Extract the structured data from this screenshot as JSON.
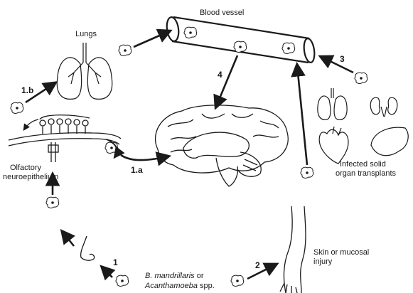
{
  "labels": {
    "blood_vessel": "Blood vessel",
    "lungs": "Lungs",
    "olfactory_1": "Olfactory",
    "olfactory_2": "neuroepithelium",
    "infected_1": "Infected solid",
    "infected_2": "organ transplants",
    "skin_1": "Skin or mucosal",
    "skin_2": "injury",
    "species_1": "B. mandrillaris",
    "species_1b": " or",
    "species_2": "Acanthamoeba",
    "species_2b": " spp."
  },
  "steps": {
    "s1": "1",
    "s1a": "1.a",
    "s1b": "1.b",
    "s2": "2",
    "s3": "3",
    "s4": "4"
  },
  "colors": {
    "ink": "#1a1a1a",
    "background": "#ffffff"
  }
}
